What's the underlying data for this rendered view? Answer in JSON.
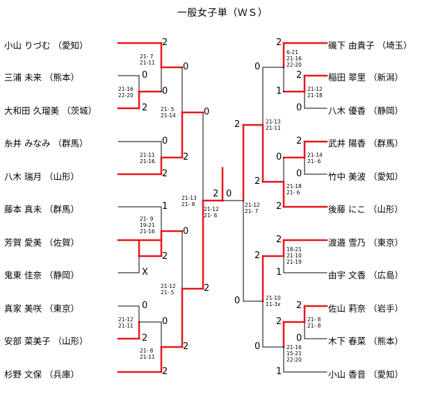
{
  "title": "一般女子単（ＷＳ）",
  "left_players": [
    {
      "name": "小山 りづむ （愛知）",
      "result": "2"
    },
    {
      "name": "三浦 未来 （熊本）",
      "result": "0"
    },
    {
      "name": "大和田 久瑠美 （茨城）",
      "result": "2"
    },
    {
      "name": "糸井 みなみ （群馬）",
      "result": "0"
    },
    {
      "name": "八木 瑞月 （山形）",
      "result": "2"
    },
    {
      "name": "藤本 真未 （群馬）",
      "result": "1"
    },
    {
      "name": "芳賀 愛美 （佐賀）",
      "result": "2"
    },
    {
      "name": "鬼東 佳奈 （静岡）",
      "result": "X"
    },
    {
      "name": "真家 美咲 （東京）",
      "result": "0"
    },
    {
      "name": "安部 菜美子 （山形）",
      "result": "2"
    },
    {
      "name": "杉野 文保 （兵庫）",
      "result": "2"
    }
  ],
  "right_players": [
    {
      "name": "磯下 由貴子 （埼玉）",
      "result": "2"
    },
    {
      "name": "稲田 翠里 （新潟）",
      "result": "2"
    },
    {
      "name": "八木 優香 （静岡）",
      "result": "0"
    },
    {
      "name": "武井 陽香 （群馬）",
      "result": "2"
    },
    {
      "name": "竹中 美波 （愛知）",
      "result": "0"
    },
    {
      "name": "後藤 にこ （山形）",
      "result": "2"
    },
    {
      "name": "渡邉 雪乃 （東京）",
      "result": "2"
    },
    {
      "name": "由宇 文香 （広島）",
      "result": "1"
    },
    {
      "name": "佐山 莉奈 （岩手）",
      "result": "2"
    },
    {
      "name": "木下 春菜 （熊本）",
      "result": "0"
    },
    {
      "name": "小山 香音 （愛知）",
      "result": "1"
    }
  ],
  "left_round2": [
    "0",
    "0",
    "0",
    "2",
    "0",
    "2",
    "0",
    "2"
  ],
  "left_round3": [
    "2",
    "2"
  ],
  "left_round4": [
    "2"
  ],
  "right_round2": [
    "0",
    "1",
    "0",
    "2",
    "2",
    "0"
  ],
  "right_round3": [
    "2",
    "0"
  ],
  "right_round4": [
    "2"
  ],
  "final_scores": [
    "2",
    "0"
  ],
  "left_scores": [
    "21- 7\n21-11",
    "21-16\n22-20",
    "21- 5\n21-14",
    "21-11\n21-16",
    "21-13\n21- 8",
    "21- 9\n19-21\n21-16",
    "21-12\n21- 5",
    "21-12\n21-11",
    "21- 8\n21-11",
    "21-12\n21- 6"
  ],
  "right_scores": [
    "6-21\n21-16\n22-20",
    "21-12\n21-18",
    "21-13\n21-11",
    "21-14\n21- 6",
    "21-18\n21- 6",
    "21-12\n21- 7",
    "18-21\n21-10\n21-19",
    "21-10\n11-3x",
    "21- 8\n21- 8",
    "21-16\n15-21\n22-20"
  ],
  "colors": {
    "winner_line": "#e8141a",
    "loser_line": "#000000"
  }
}
